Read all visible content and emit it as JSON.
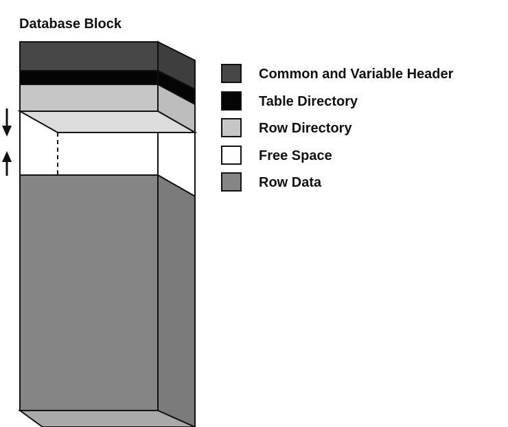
{
  "title": "Database Block",
  "colors": {
    "header": "#474747",
    "table_directory": "#050505",
    "row_directory": "#c6c6c6",
    "free_space": "#ffffff",
    "row_data": "#858585",
    "header_side": "#3e3e3e",
    "row_directory_side": "#bdbdbd",
    "row_directory_top": "#dcdcdc",
    "row_data_side": "#7b7b7b",
    "row_data_bottom": "#a9a9a9",
    "outline": "#111111"
  },
  "legend": {
    "items": [
      {
        "label": "Common and Variable Header",
        "color": "#474747"
      },
      {
        "label": "Table Directory",
        "color": "#050505"
      },
      {
        "label": "Row Directory",
        "color": "#c6c6c6"
      },
      {
        "label": "Free Space",
        "color": "#ffffff"
      },
      {
        "label": "Row Data",
        "color": "#858585"
      }
    ]
  },
  "arrows": {
    "top": "down-arrow-icon",
    "bottom": "up-arrow-icon"
  }
}
